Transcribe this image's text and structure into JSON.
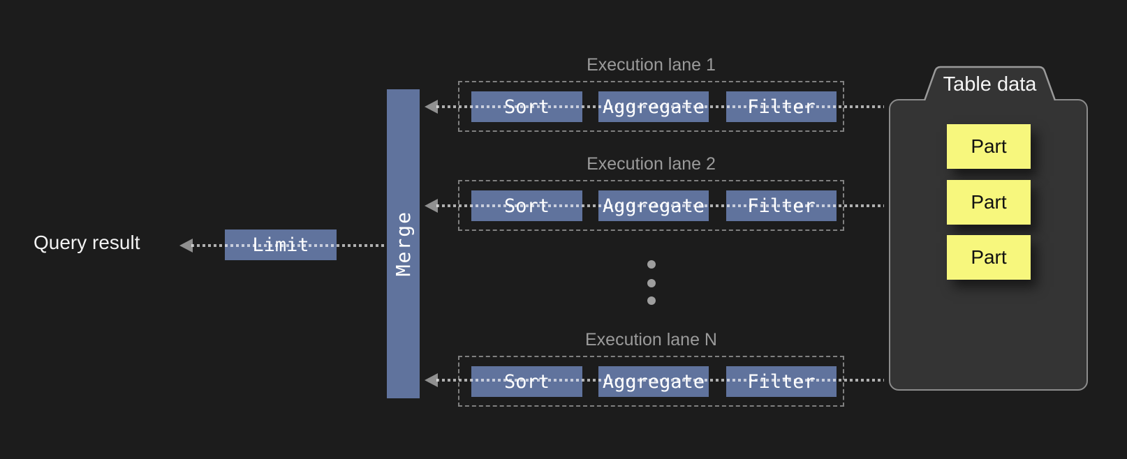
{
  "query_result": {
    "label": "Query result"
  },
  "limit": {
    "label": "Limit"
  },
  "merge": {
    "label": "Merge"
  },
  "lanes": [
    {
      "id": "1",
      "label": "Execution lane 1",
      "operators": [
        "Sort",
        "Aggregate",
        "Filter"
      ]
    },
    {
      "id": "2",
      "label": "Execution lane 2",
      "operators": [
        "Sort",
        "Aggregate",
        "Filter"
      ]
    },
    {
      "id": "N",
      "label": "Execution lane N",
      "operators": [
        "Sort",
        "Aggregate",
        "Filter"
      ]
    }
  ],
  "table_data": {
    "label": "Table data",
    "parts": [
      "Part",
      "Part",
      "Part"
    ]
  },
  "colors": {
    "background": "#1c1c1c",
    "operator_box": "#60739d",
    "part_box": "#f7f77d",
    "part_ellipsis_dot": "#f0ef6b",
    "lane_ellipsis_dot": "#9e9e9e",
    "arrow_line": "#a9a9a9",
    "container_fill": "#343434",
    "container_border": "#8c8c8c",
    "lane_label_text": "#9b9b9b",
    "primary_text": "#f2f2f2"
  }
}
